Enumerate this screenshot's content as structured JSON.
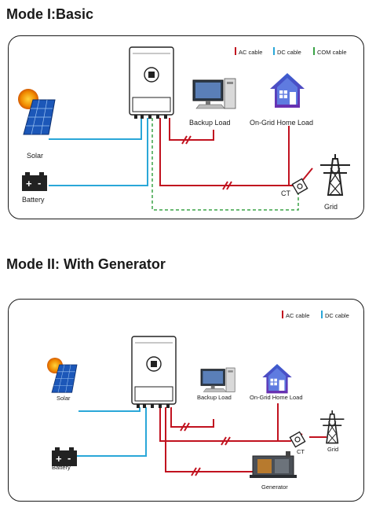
{
  "mode1": {
    "title": "Mode I:Basic",
    "legend": {
      "ac": "AC cable",
      "dc": "DC cable",
      "com": "COM cable"
    },
    "labels": {
      "solar": "Solar",
      "battery": "Battery",
      "backup_load": "Backup Load",
      "home_load": "On-Grid Home Load",
      "ct": "CT",
      "grid": "Grid"
    }
  },
  "mode2": {
    "title": "Mode II: With Generator",
    "legend": {
      "ac": "AC cable",
      "dc": "DC cable"
    },
    "labels": {
      "solar": "Solar",
      "battery": "Battery",
      "backup_load": "Backup Load",
      "home_load": "On-Grid Home Load",
      "ct": "CT",
      "grid": "Grid",
      "generator": "Generator"
    }
  },
  "colors": {
    "ac": "#c1121f",
    "dc": "#2aa7d8",
    "com": "#3aa346"
  }
}
